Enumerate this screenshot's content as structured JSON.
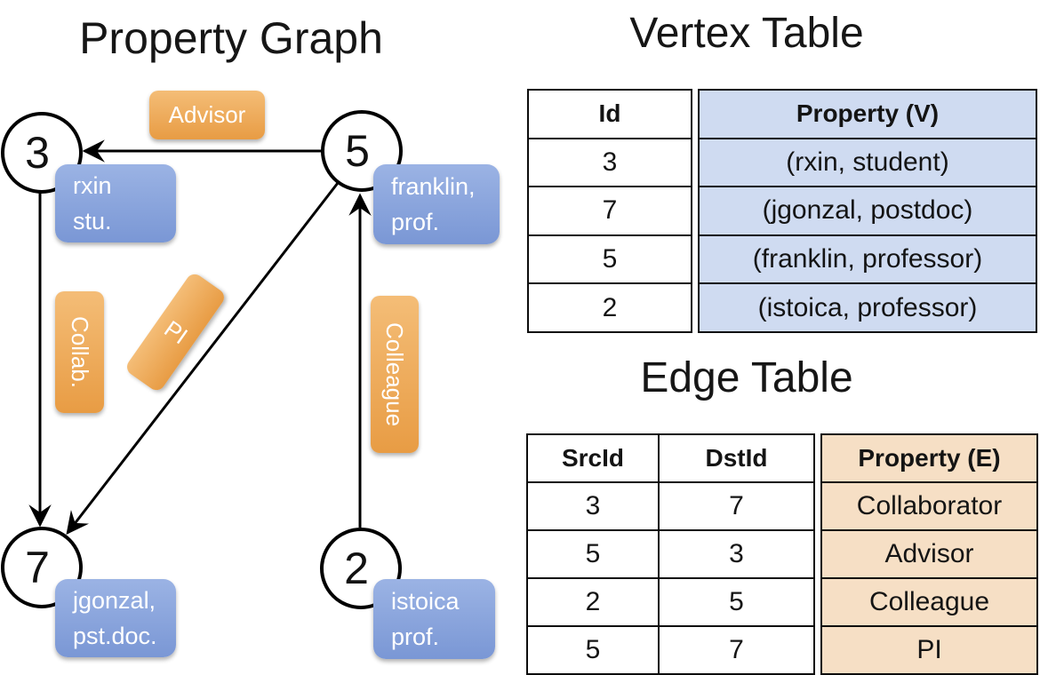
{
  "graph": {
    "title": "Property Graph",
    "nodes": [
      {
        "id": "3",
        "label_lines": [
          "rxin",
          "stu."
        ]
      },
      {
        "id": "5",
        "label_lines": [
          "franklin,",
          "prof."
        ]
      },
      {
        "id": "7",
        "label_lines": [
          "jgonzal,",
          "pst.doc."
        ]
      },
      {
        "id": "2",
        "label_lines": [
          "istoica",
          "prof."
        ]
      }
    ],
    "edge_labels": {
      "advisor": "Advisor",
      "collab": "Collab.",
      "pi": "PI",
      "colleague": "Colleague"
    }
  },
  "vertex_table": {
    "title": "Vertex Table",
    "columns": [
      "Id",
      "Property (V)"
    ],
    "rows": [
      [
        "3",
        "(rxin, student)"
      ],
      [
        "7",
        "(jgonzal, postdoc)"
      ],
      [
        "5",
        "(franklin, professor)"
      ],
      [
        "2",
        "(istoica, professor)"
      ]
    ]
  },
  "edge_table": {
    "title": "Edge Table",
    "columns": [
      "SrcId",
      "DstId",
      "Property (E)"
    ],
    "rows": [
      [
        "3",
        "7",
        "Collaborator"
      ],
      [
        "5",
        "3",
        "Advisor"
      ],
      [
        "2",
        "5",
        "Colleague"
      ],
      [
        "5",
        "7",
        "PI"
      ]
    ]
  },
  "colors": {
    "orange-top": "#f4bd77",
    "orange-bottom": "#e89c44",
    "blue-top": "#9bb3e4",
    "blue-bottom": "#7a97d5",
    "vertex-cell": "#cfdbf1",
    "edge-cell": "#f6dfc5"
  }
}
